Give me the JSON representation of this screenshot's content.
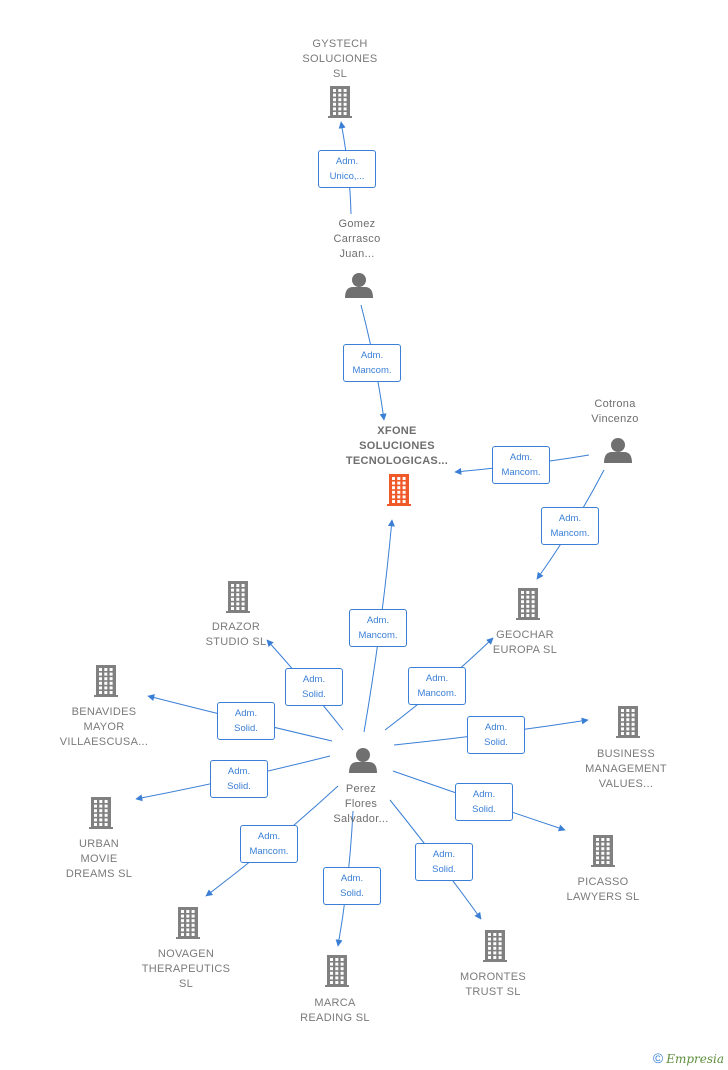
{
  "colors": {
    "edge": "#3a7fd5",
    "company": "#808080",
    "main_company": "#f05a28",
    "person": "#707070"
  },
  "nodes": [
    {
      "id": "gystech",
      "type": "company",
      "lines": [
        "GYSTECH",
        "SOLUCIONES",
        "SL"
      ]
    },
    {
      "id": "gomez",
      "type": "person",
      "lines": [
        "Gomez",
        "Carrasco",
        "Juan..."
      ]
    },
    {
      "id": "xfone",
      "type": "main",
      "lines": [
        "XFONE",
        "SOLUCIONES",
        "TECNOLOGICAS..."
      ]
    },
    {
      "id": "cotrona",
      "type": "person",
      "lines": [
        "Cotrona",
        "Vincenzo"
      ]
    },
    {
      "id": "geochar",
      "type": "company",
      "lines": [
        "GEOCHAR",
        "EUROPA  SL"
      ]
    },
    {
      "id": "drazor",
      "type": "company",
      "lines": [
        "DRAZOR",
        "STUDIO  SL"
      ]
    },
    {
      "id": "benavides",
      "type": "company",
      "lines": [
        "BENAVIDES",
        "MAYOR",
        "VILLAESCUSA..."
      ]
    },
    {
      "id": "perez",
      "type": "person",
      "lines": [
        "Perez",
        "Flores",
        "Salvador..."
      ]
    },
    {
      "id": "business",
      "type": "company",
      "lines": [
        "BUSINESS",
        "MANAGEMENT",
        "VALUES..."
      ]
    },
    {
      "id": "urban",
      "type": "company",
      "lines": [
        "URBAN",
        "MOVIE",
        "DREAMS  SL"
      ]
    },
    {
      "id": "picasso",
      "type": "company",
      "lines": [
        "PICASSO",
        "LAWYERS  SL"
      ]
    },
    {
      "id": "novagen",
      "type": "company",
      "lines": [
        "NOVAGEN",
        "THERAPEUTICS",
        "SL"
      ]
    },
    {
      "id": "marca",
      "type": "company",
      "lines": [
        "MARCA",
        "READING  SL"
      ]
    },
    {
      "id": "morontes",
      "type": "company",
      "lines": [
        "MORONTES",
        "TRUST  SL"
      ]
    }
  ],
  "edges": [
    {
      "from": "gomez",
      "to": "gystech",
      "label": [
        "Adm.",
        "Unico,..."
      ]
    },
    {
      "from": "gomez",
      "to": "xfone",
      "label": [
        "Adm.",
        "Mancom."
      ]
    },
    {
      "from": "cotrona",
      "to": "xfone",
      "label": [
        "Adm.",
        "Mancom."
      ]
    },
    {
      "from": "cotrona",
      "to": "geochar",
      "label": [
        "Adm.",
        "Mancom."
      ]
    },
    {
      "from": "perez",
      "to": "xfone",
      "label": [
        "Adm.",
        "Mancom."
      ]
    },
    {
      "from": "perez",
      "to": "drazor",
      "label": [
        "Adm.",
        "Solid."
      ]
    },
    {
      "from": "perez",
      "to": "geochar",
      "label": [
        "Adm.",
        "Mancom."
      ]
    },
    {
      "from": "perez",
      "to": "benavides",
      "label": [
        "Adm.",
        "Solid."
      ]
    },
    {
      "from": "perez",
      "to": "business",
      "label": [
        "Adm.",
        "Solid."
      ]
    },
    {
      "from": "perez",
      "to": "urban",
      "label": [
        "Adm.",
        "Solid."
      ]
    },
    {
      "from": "perez",
      "to": "picasso",
      "label": [
        "Adm.",
        "Solid."
      ]
    },
    {
      "from": "perez",
      "to": "novagen",
      "label": [
        "Adm.",
        "Mancom."
      ]
    },
    {
      "from": "perez",
      "to": "marca",
      "label": [
        "Adm.",
        "Solid."
      ]
    },
    {
      "from": "perez",
      "to": "morontes",
      "label": [
        "Adm.",
        "Solid."
      ]
    }
  ],
  "footer": {
    "copyright": "©",
    "brand": "Empresia"
  }
}
